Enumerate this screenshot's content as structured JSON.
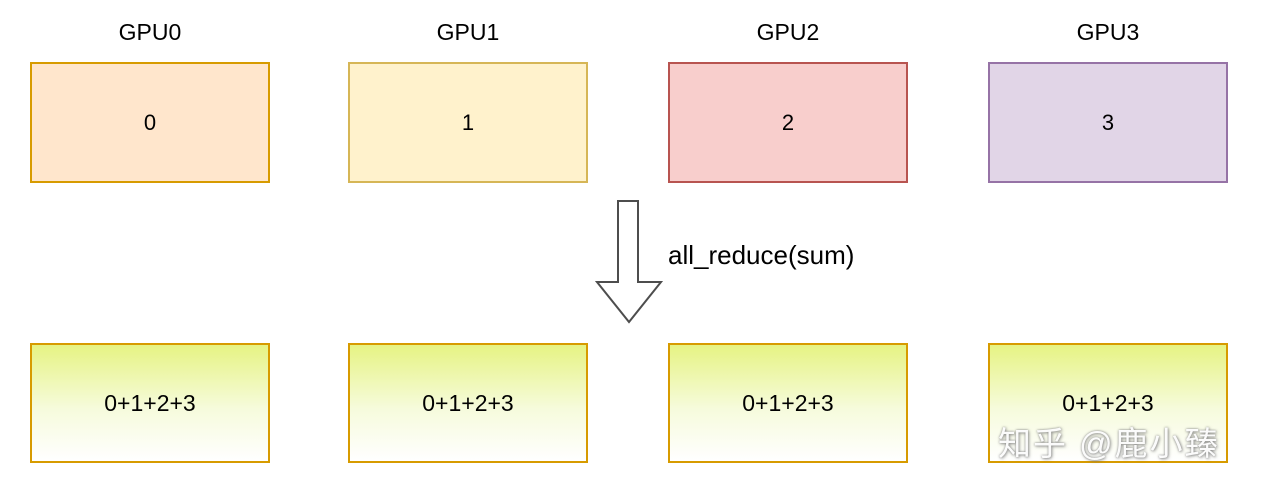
{
  "diagram": {
    "title_semantics": "all-reduce sum across four GPUs",
    "operation_label": "all_reduce(sum)",
    "watermark": "知乎 @鹿小臻",
    "gpus": [
      {
        "label": "GPU0",
        "value": "0",
        "result": "0+1+2+3",
        "fill": "#ffe6cc",
        "stroke": "#d79b00"
      },
      {
        "label": "GPU1",
        "value": "1",
        "result": "0+1+2+3",
        "fill": "#fff2cc",
        "stroke": "#d6b656"
      },
      {
        "label": "GPU2",
        "value": "2",
        "result": "0+1+2+3",
        "fill": "#f8cecc",
        "stroke": "#b85450"
      },
      {
        "label": "GPU3",
        "value": "3",
        "result": "0+1+2+3",
        "fill": "#e1d5e7",
        "stroke": "#9673a6"
      }
    ],
    "result_box": {
      "gradient_top": "#e6f383",
      "gradient_bottom": "#ffffff",
      "stroke": "#d79b00"
    },
    "arrow": {
      "direction": "down",
      "fill": "#ffffff",
      "stroke": "#4d4d4d"
    }
  }
}
